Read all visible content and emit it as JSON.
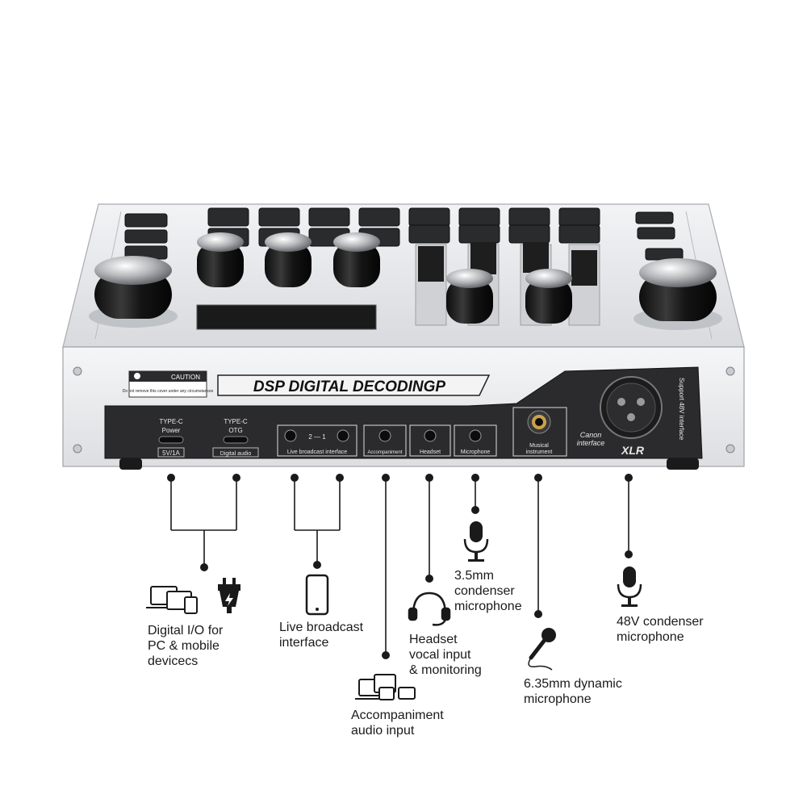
{
  "device": {
    "title": "DSP DIGITAL DECODINGP",
    "caution_heading": "CAUTION",
    "caution_text": "Do not remove this cover under any circumstances",
    "ports": {
      "typec_power_title": "TYPE-C",
      "typec_power_sub": "Power",
      "typec_power_spec": "5V/1A",
      "typec_otg_title": "TYPE-C",
      "typec_otg_sub": "OTG",
      "typec_otg_spec": "Digital audio",
      "live_broadcast_mark": "2 — 1",
      "live_broadcast_label": "Live broadcast interface",
      "accompaniment_label": "Accompaniment",
      "headset_label": "Headset",
      "microphone_label": "Microphone",
      "musical_instrument_label": "Musical\ninstrument",
      "canon_label": "Canon\ninterface",
      "xlr_label": "XLR",
      "support_48v_label": "Support 48V interface"
    },
    "colors": {
      "chassis": "#e6e7e9",
      "panel": "#2b2b2d",
      "knob": "#1b1b1b",
      "accent_gold": "#c9a24a"
    }
  },
  "callouts": {
    "digital_io": "Digital I/O for\nPC & mobile\ndevicecs",
    "live_broadcast": "Live broadcast\ninterface",
    "accompaniment": "Accompaniment\naudio input",
    "headset": "Headset\nvocal input\n& monitoring",
    "condenser_35": "3.5mm\ncondenser\nmicrophone",
    "dynamic_635": "6.35mm dynamic\nmicrophone",
    "condenser_48v": "48V condenser\nmicrophone"
  }
}
